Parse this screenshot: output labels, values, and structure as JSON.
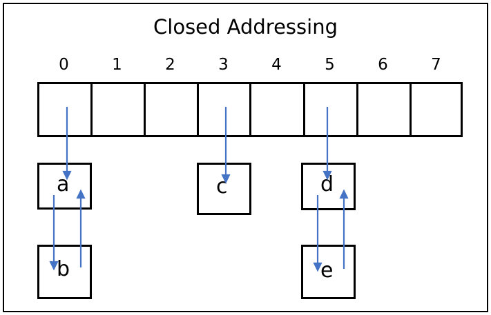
{
  "diagram": {
    "title": "Closed Addressing",
    "accent_color": "#4472C4",
    "line_color": "#000000",
    "background": "#ffffff"
  },
  "table": {
    "slot_count": 8,
    "index_labels": [
      "0",
      "1",
      "2",
      "3",
      "4",
      "5",
      "6",
      "7"
    ],
    "occupied_slots": [
      0,
      3,
      5
    ],
    "empty_slots": [
      1,
      2,
      4,
      6,
      7
    ]
  },
  "chains": [
    {
      "slot": "0",
      "nodes": [
        {
          "label": "a",
          "level": 1
        },
        {
          "label": "b",
          "level": 2
        }
      ],
      "links": [
        "slot-to-a",
        "a-to-b",
        "b-to-a"
      ]
    },
    {
      "slot": "3",
      "nodes": [
        {
          "label": "c",
          "level": 1
        }
      ],
      "links": [
        "slot-to-c"
      ]
    },
    {
      "slot": "5",
      "nodes": [
        {
          "label": "d",
          "level": 1
        },
        {
          "label": "e",
          "level": 2
        }
      ],
      "links": [
        "slot-to-d",
        "d-to-e",
        "e-to-d"
      ]
    }
  ],
  "nodes": {
    "a": "a",
    "b": "b",
    "c": "c",
    "d": "d",
    "e": "e"
  }
}
